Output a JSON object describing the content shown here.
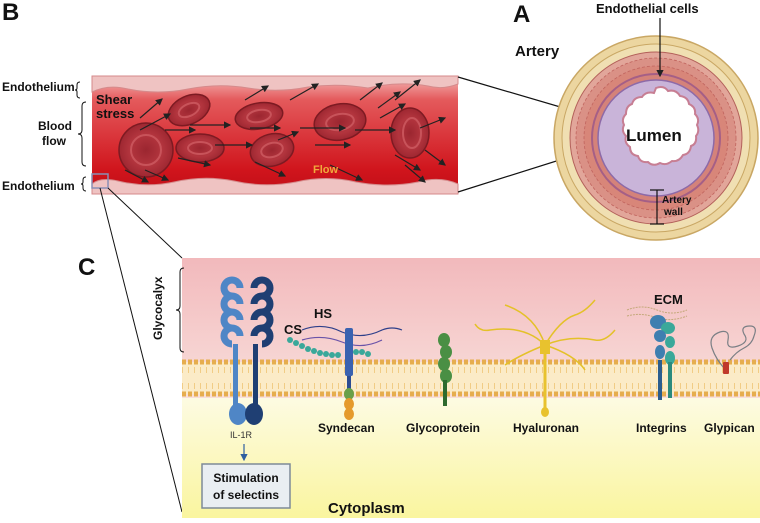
{
  "panels": {
    "a": "A",
    "b": "B",
    "c": "C"
  },
  "panel_b": {
    "endothelium_top": "Endothelium",
    "endothelium_bottom": "Endothelium",
    "blood_flow_line1": "Blood",
    "blood_flow_line2": "flow",
    "shear_line1": "Shear",
    "shear_line2": "stress",
    "flow": "Flow"
  },
  "panel_a": {
    "endothelial_cells": "Endothelial cells",
    "artery": "Artery",
    "lumen": "Lumen",
    "wall_line1": "Artery",
    "wall_line2": "wall"
  },
  "panel_c": {
    "glycocalyx": "Glycocalyx",
    "hs": "HS",
    "cs": "CS",
    "ecm": "ECM",
    "il1r": "IL-1R",
    "syndecan": "Syndecan",
    "glycoprotein": "Glycoprotein",
    "hyaluronan": "Hyaluronan",
    "integrins": "Integrins",
    "glypican": "Glypican",
    "selectins_line1": "Stimulation",
    "selectins_line2": "of selectins",
    "cytoplasm": "Cytoplasm"
  },
  "colors": {
    "blood_deep": "#c8141c",
    "blood_light": "#f3b9b9",
    "rbc": "#b0303a",
    "wall_tan": "#ead39c",
    "wall_pink": "#d98f86",
    "membrane": "#e7b054",
    "glyco_bg": "#f6cfd1",
    "cyto_bg": "#fbf8bd",
    "receptor": "#2f5fa0"
  }
}
